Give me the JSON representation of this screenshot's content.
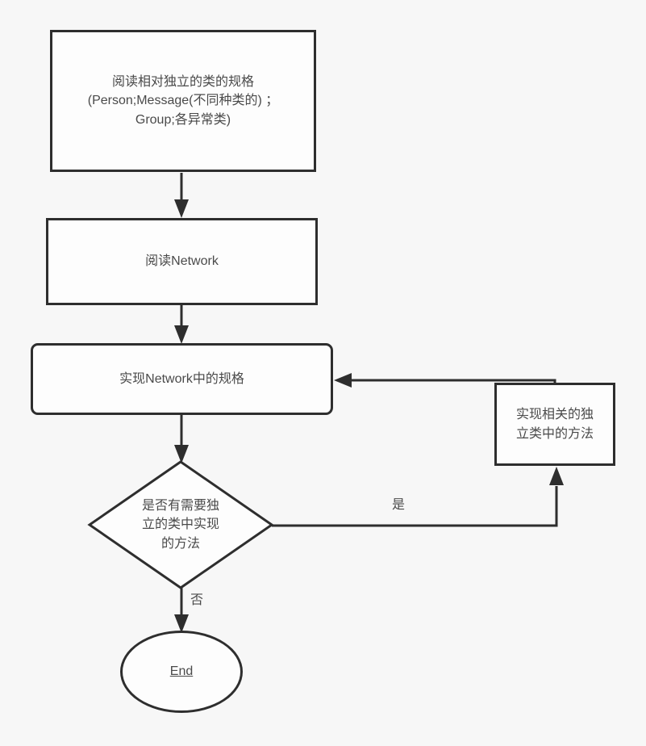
{
  "diagram": {
    "background_color": "#f7f7f7",
    "stroke_color": "#2e2e2e",
    "node_fill_color": "#fdfdfd",
    "text_color": "#4a4a4a",
    "nodes": {
      "read_specs": {
        "type": "process",
        "label": "阅读相对独立的类的规格\n(Person;Message(不同种类的) ；\nGroup;各异常类)"
      },
      "read_network": {
        "type": "process",
        "label": "阅读Network"
      },
      "implement_network": {
        "type": "process",
        "label": "实现Network中的规格"
      },
      "need_independent_decision": {
        "type": "decision",
        "label": "是否有需要独\n立的类中实现\n的方法"
      },
      "implement_independent": {
        "type": "process",
        "label": "实现相关的独\n立类中的方法"
      },
      "end": {
        "type": "terminator",
        "label": "End"
      }
    },
    "edge_labels": {
      "yes": "是",
      "no": "否"
    }
  }
}
